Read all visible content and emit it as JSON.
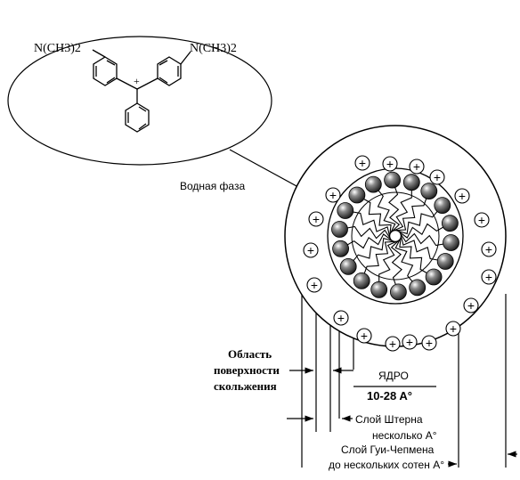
{
  "molecule": {
    "group_left": "N(CH3)2",
    "group_right": "N(CH3)2",
    "charge": "+"
  },
  "labels": {
    "aqueous_phase": "Водная фаза",
    "slip_region_1": "Область",
    "slip_region_2": "поверхности",
    "slip_region_3": "скольжения",
    "core": "ЯДРО",
    "core_size": "10-28 A°",
    "stern_1": "Слой Штерна",
    "stern_2": "несколько  A°",
    "gouy_1": "Слой Гуи-Чепмена",
    "gouy_2": "до нескольких сотен A°"
  },
  "ions": {
    "symbol": "+"
  }
}
